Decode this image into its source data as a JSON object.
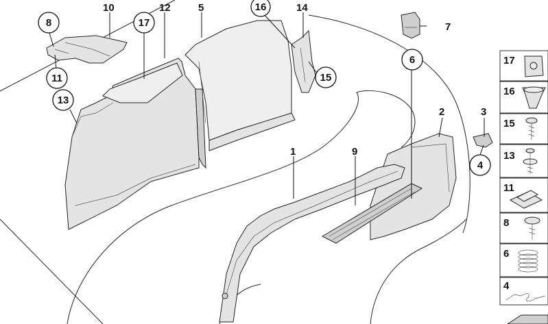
{
  "diagram": {
    "labels": [
      "10",
      "12",
      "5",
      "16",
      "14",
      "7",
      "8",
      "17",
      "6",
      "11",
      "15",
      "13",
      "1",
      "9",
      "2",
      "3",
      "4"
    ],
    "circled": [
      "8",
      "17",
      "16",
      "6",
      "11",
      "15",
      "13",
      "4"
    ],
    "legend": [
      "17",
      "16",
      "15",
      "13",
      "11",
      "8",
      "6",
      "4"
    ]
  }
}
